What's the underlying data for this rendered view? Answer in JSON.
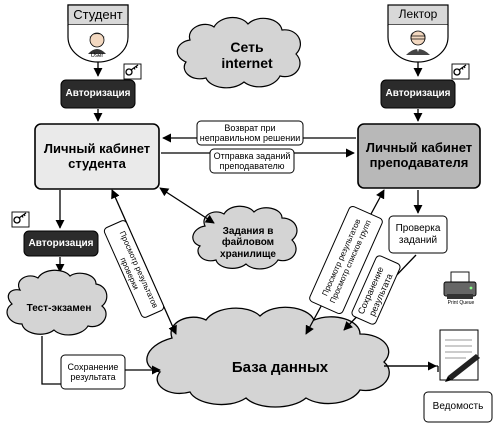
{
  "roles": {
    "student": {
      "title": "Студент",
      "sublabel": "User"
    },
    "lecturer": {
      "title": "Лектор"
    }
  },
  "internet": "Сеть\ninternet",
  "auth": {
    "student_top": "Авторизация",
    "lecturer_top": "Авторизация",
    "student_exam": "Авторизация"
  },
  "cabinets": {
    "student": "Личный кабинет\nстудента",
    "lecturer": "Личный кабинет\nпреподавателя"
  },
  "messages": {
    "return_wrong": "Возврат при\nнеправильном решении",
    "send_tasks": "Отправка заданий\nпреподавателю"
  },
  "clouds": {
    "file_storage": "Задания в файловом\nхранилище",
    "exam": "Тест-экзамен",
    "database": "База данных"
  },
  "actions": {
    "view_results_check": "Просмотр результатов\nпроверки",
    "view_results_groups": "Просмотр результатов\nПросмотр списков групп",
    "check_tasks": "Проверка\nзаданий",
    "save_results_right": "Сохранение\nрезультата",
    "save_results_left": "Сохранение\nрезультата"
  },
  "printer_label": "Print Queue",
  "statement": "Ведомость",
  "colors": {
    "dark_box": "#2b2b2b",
    "student_box": "#eaeaea",
    "lecturer_box": "#b8b8b8",
    "cloud": "#d4d4d4",
    "line": "#000000"
  },
  "icons": [
    "key-icon",
    "student-avatar-icon",
    "lecturer-avatar-icon",
    "printer-icon",
    "document-pen-icon"
  ]
}
